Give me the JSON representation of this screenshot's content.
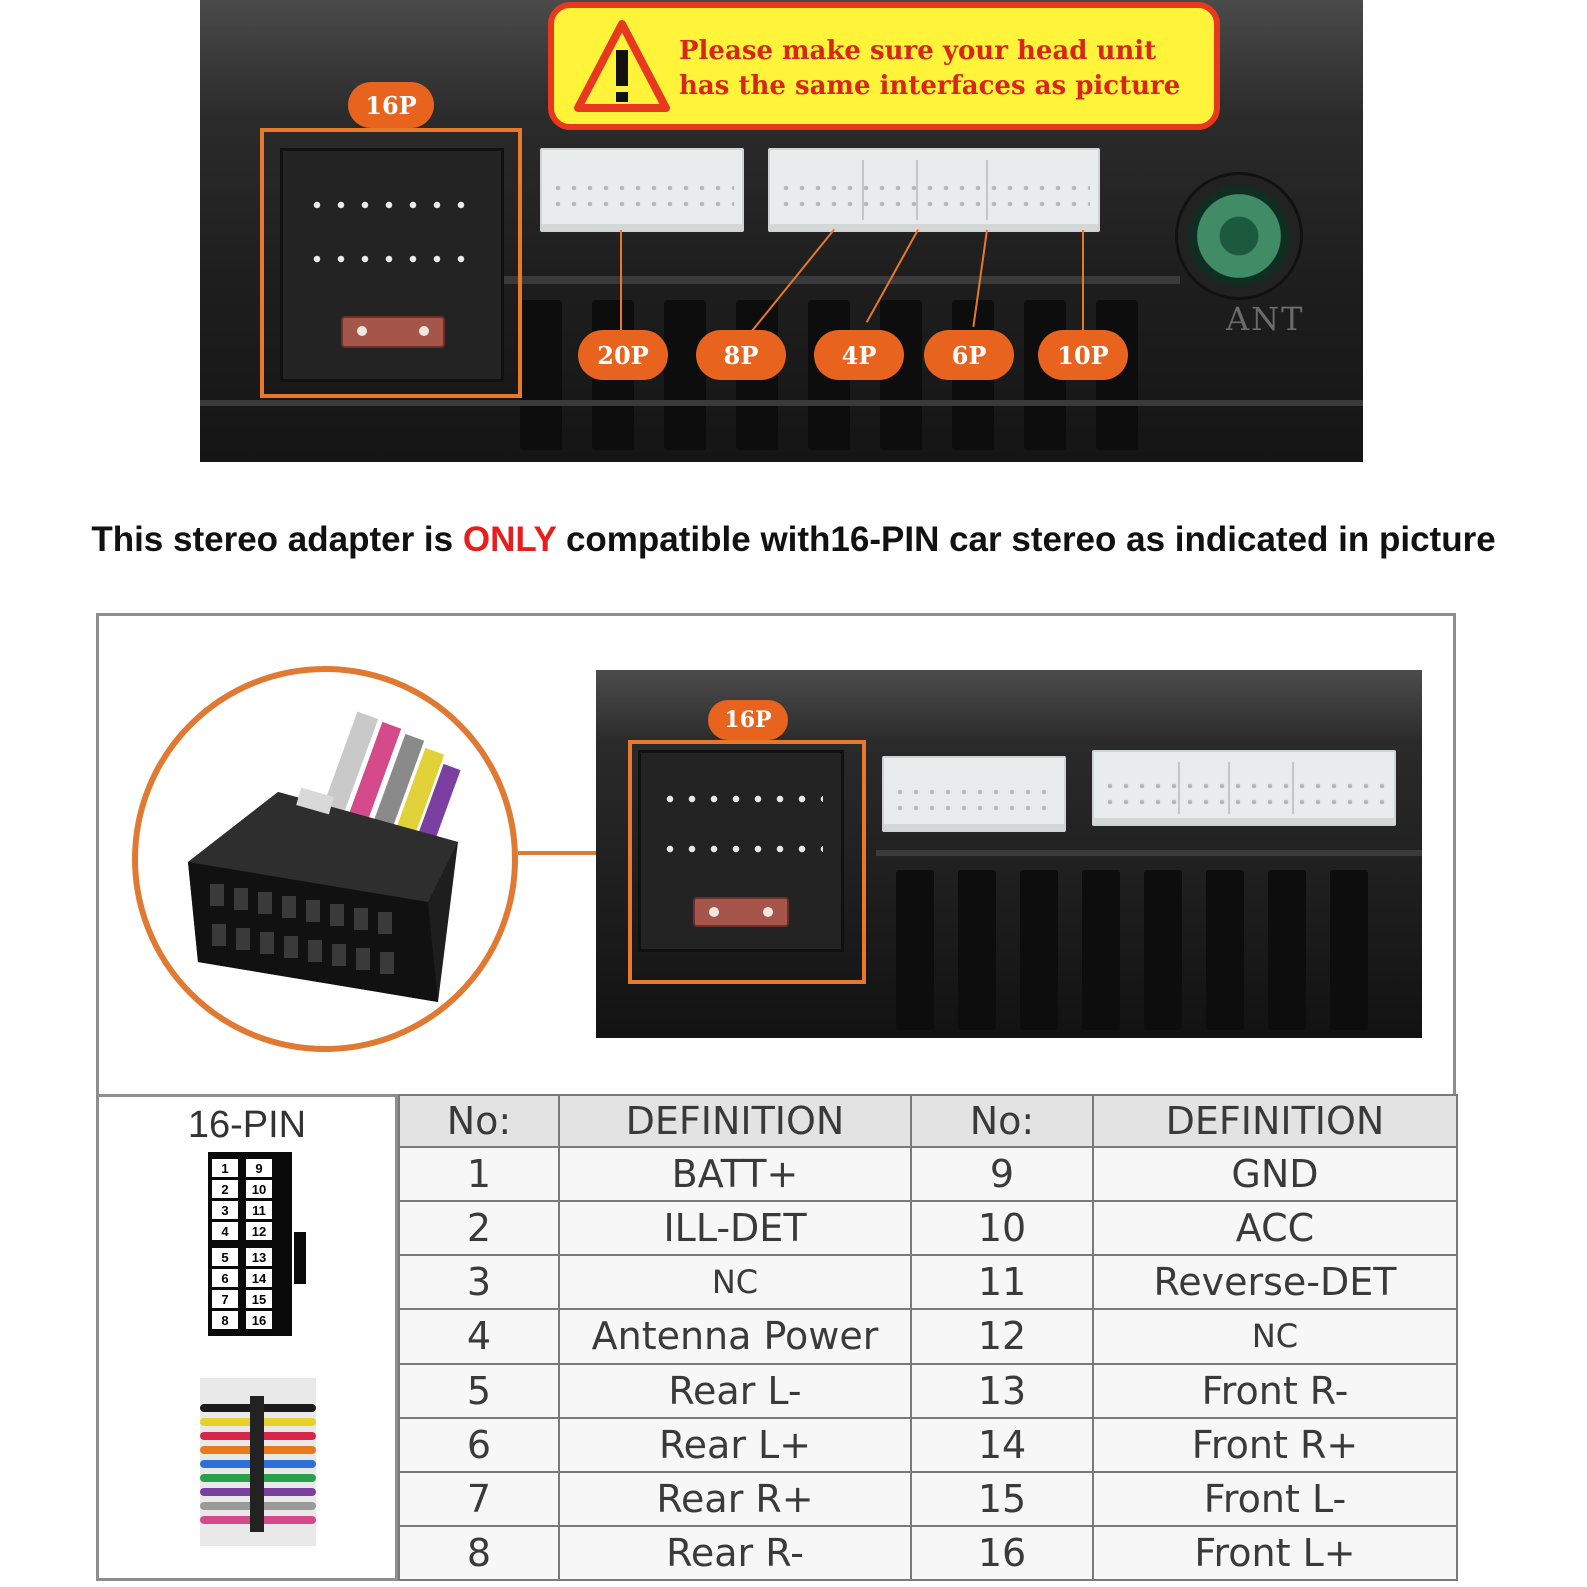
{
  "top_panel": {
    "warning": {
      "line1": "Please make sure your head unit",
      "line2": "has the same interfaces as picture"
    },
    "badges": {
      "p16": "16P",
      "p20": "20P",
      "p8": "8P",
      "p4": "4P",
      "p6": "6P",
      "p10": "10P"
    },
    "ant_label": "ANT"
  },
  "notice": {
    "before": "This stereo adapter is ",
    "accent": "ONLY",
    "after": " compatible with16-PIN car stereo as indicated in picture"
  },
  "lower_panel": {
    "badge": "16P"
  },
  "pin_diagram": {
    "title": "16-PIN",
    "rows": [
      [
        "1",
        "9"
      ],
      [
        "2",
        "10"
      ],
      [
        "3",
        "11"
      ],
      [
        "4",
        "12"
      ],
      [
        "5",
        "13"
      ],
      [
        "6",
        "14"
      ],
      [
        "7",
        "15"
      ],
      [
        "8",
        "16"
      ]
    ]
  },
  "table": {
    "headers": [
      "No:",
      "DEFINITION",
      "No:",
      "DEFINITION"
    ],
    "rows": [
      [
        "1",
        "BATT+",
        "9",
        "GND"
      ],
      [
        "2",
        "ILL-DET",
        "10",
        "ACC"
      ],
      [
        "3",
        "NC",
        "11",
        "Reverse-DET"
      ],
      [
        "4",
        "Antenna Power",
        "12",
        "NC"
      ],
      [
        "5",
        "Rear L-",
        "13",
        "Front R-"
      ],
      [
        "6",
        "Rear L+",
        "14",
        "Front R+"
      ],
      [
        "7",
        "Rear R+",
        "15",
        "Front L-"
      ],
      [
        "8",
        "Rear R-",
        "16",
        "Front L+"
      ]
    ]
  },
  "colors": {
    "accent_orange": "#e8641e",
    "warning_yellow": "#fff43a",
    "warning_red": "#e8381e",
    "notice_red": "#e81e1e"
  }
}
